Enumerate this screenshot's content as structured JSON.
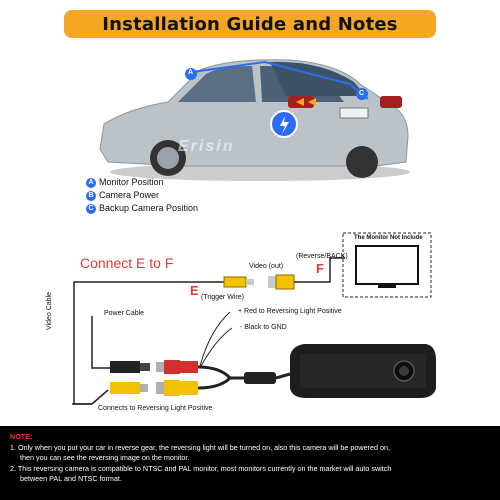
{
  "title": "Installation Guide and Notes",
  "legend": [
    {
      "badge": "A",
      "label": "Monitor Position"
    },
    {
      "badge": "B",
      "label": "Camera Power"
    },
    {
      "badge": "C",
      "label": "Backup Camera Position"
    }
  ],
  "watermark": "Erisin",
  "connect_text": "Connect E to F",
  "labels": {
    "video_out": "Video (out)",
    "reverse_back": "(Reverse/BACK)",
    "monitor_not_include": "The Monitor Not Include",
    "e_letter": "E",
    "f_letter": "F",
    "trigger_wire": "(Trigger Wire)",
    "power_cable": "Power Cable",
    "red_to_reversing": "+ Red to Reversing Light Positive",
    "black_to_gnd": "- Black to GND",
    "video_cable": "Video Cable",
    "connects_to": "Connects to Reversing Light Positive"
  },
  "notes": {
    "heading": "NOTE:",
    "items": [
      {
        "line1": "1. Only when you put your car in reverse gear, the reversing light will be turned on, also this camera will be powered on,",
        "line2": "then you can see the reversing image on the monitor."
      },
      {
        "line1": "2. This reversing camera is compatible to NTSC and PAL monitor, most monitors currently on the market will auto switch",
        "line2": "between PAL and NTSC format."
      }
    ]
  },
  "colors": {
    "banner": "#f5a623",
    "accent_red": "#e53935",
    "badge_blue": "#2a6df4",
    "cable_yellow": "#f2c200",
    "cable_red": "#d32f2f"
  }
}
